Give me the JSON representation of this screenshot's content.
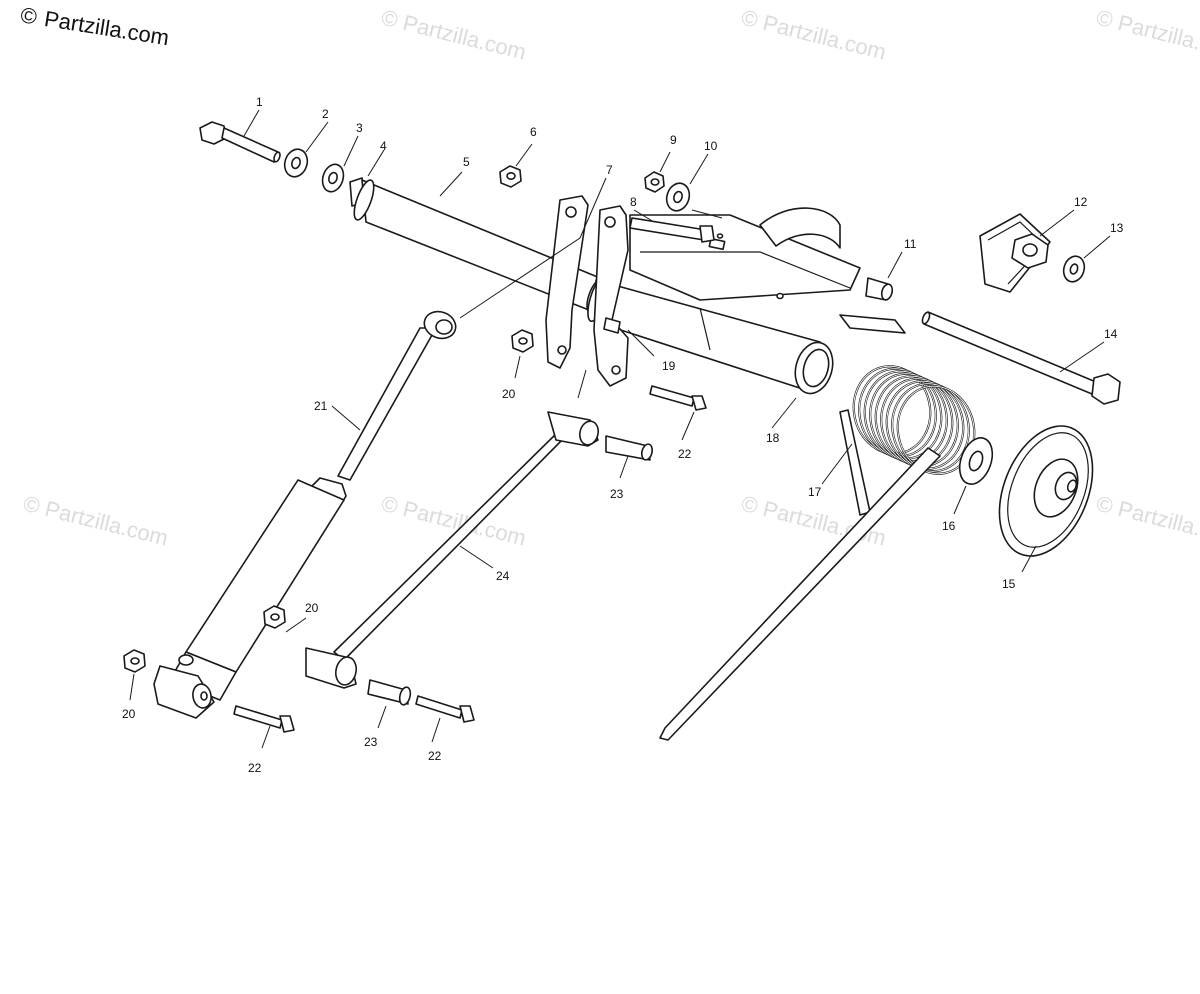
{
  "brand": {
    "copyright_mark": "©",
    "name": "Partzilla.com"
  },
  "watermark": {
    "text": "© Partzilla.com"
  },
  "callouts": {
    "c1": "1",
    "c2": "2",
    "c3": "3",
    "c4": "4",
    "c5": "5",
    "c6": "6",
    "c7": "7",
    "c8": "8",
    "c9": "9",
    "c10": "10",
    "c11": "11",
    "c12": "12",
    "c13": "13",
    "c14": "14",
    "c15": "15",
    "c16": "16",
    "c17": "17",
    "c18": "18",
    "c19": "19",
    "c20a": "20",
    "c20b": "20",
    "c20c": "20",
    "c21": "21",
    "c22a": "22",
    "c22b": "22",
    "c22c": "22",
    "c23a": "23",
    "c23b": "23",
    "c24": "24"
  },
  "icons": {
    "bolt": "bolt-icon",
    "washer": "washer-icon",
    "nut": "nut-icon",
    "bushing": "bushing-icon",
    "shock": "shock-absorber-icon",
    "spring": "torsion-spring-icon",
    "wheel": "idler-wheel-icon",
    "arm": "control-arm-icon",
    "axle": "rod-icon"
  }
}
